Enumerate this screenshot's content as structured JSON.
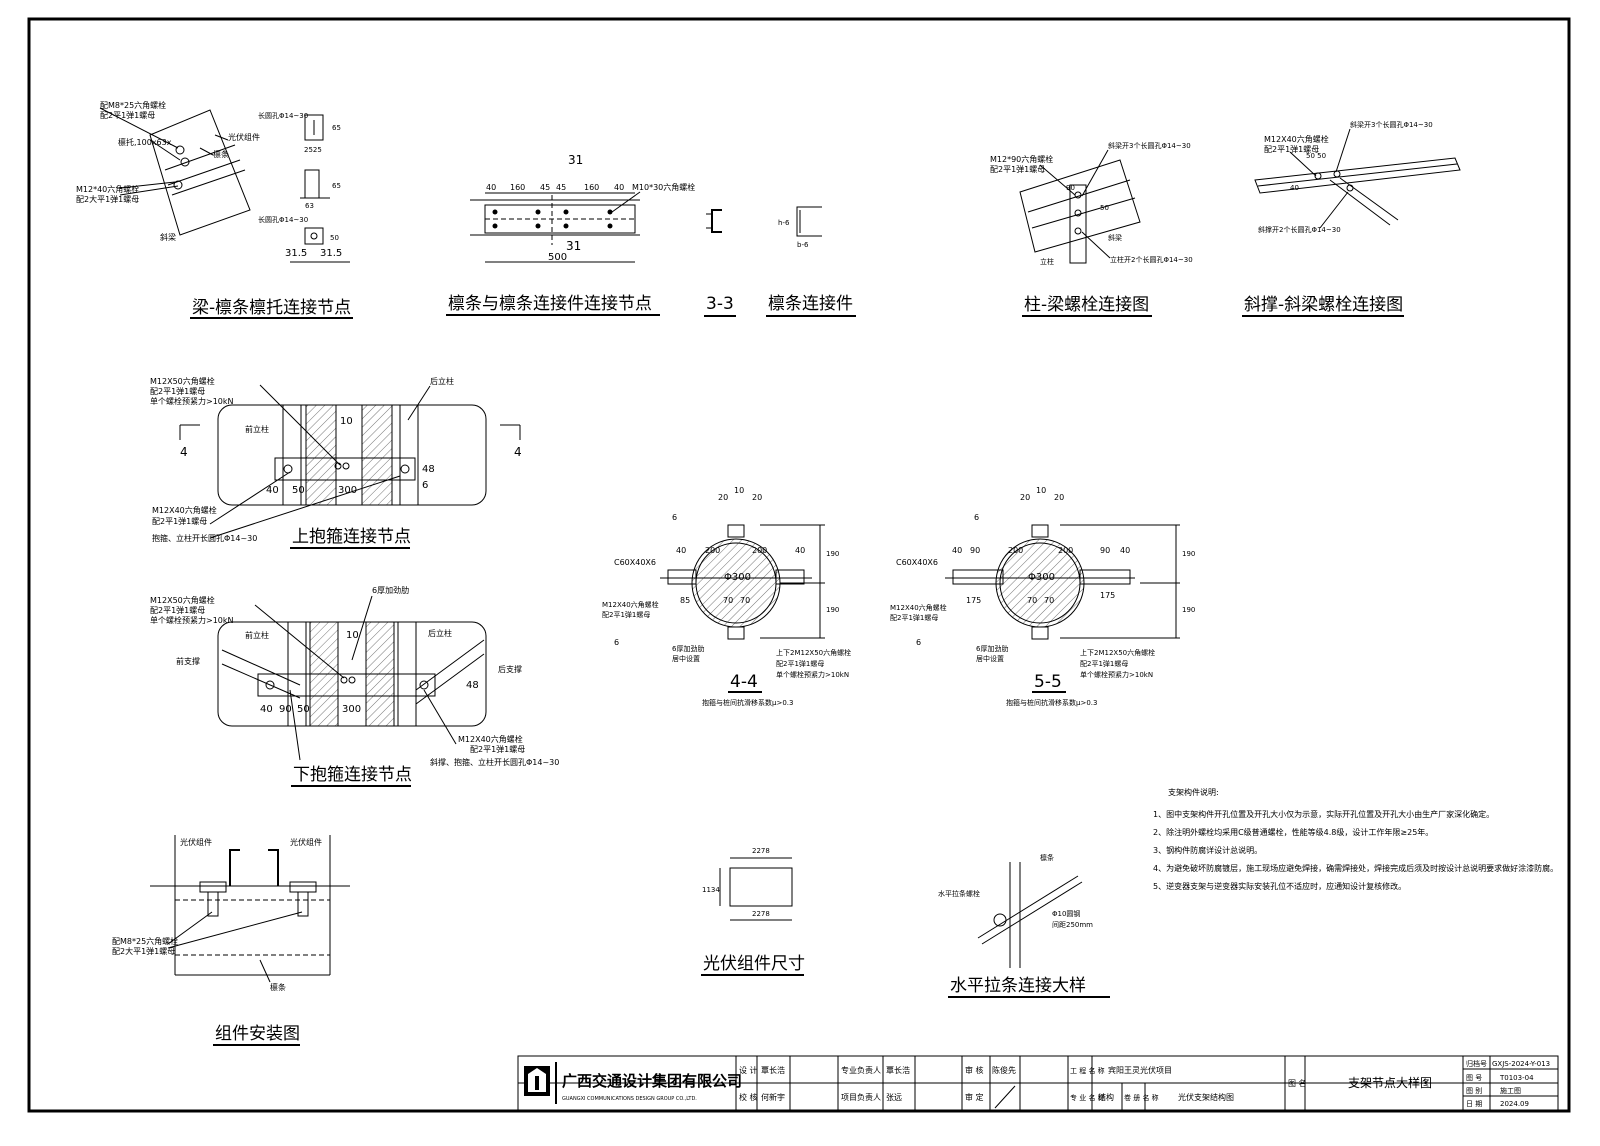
{
  "titles": {
    "beam_purlin": "梁-檩条檩托连接节点",
    "purlin_conn": "檩条与檩条连接件连接节点",
    "sec33": "3-3",
    "purlin_part": "檩条连接件",
    "col_beam": "柱-梁螺栓连接图",
    "brace_beam": "斜撑-斜梁螺栓连接图",
    "upper_hoop": "上抱箍连接节点",
    "lower_hoop": "下抱箍连接节点",
    "sec44": "4-4",
    "sec55": "5-5",
    "pv_size": "光伏组件尺寸",
    "tie_rod": "水平拉条连接大样",
    "install": "组件安装图"
  },
  "labels": {
    "bolt_m8": "配M8*25六角螺栓",
    "washer2": "配2平1弹1螺母",
    "purlin_bracket": "檩托,100x63x",
    "pv_module": "光伏组件",
    "purlin": "檩条",
    "bolt_m12_40": "M12*40六角螺栓",
    "washer_big": "配2大平1弹1螺母",
    "beam": "斜梁",
    "long_hole": "长圆孔Φ14~30",
    "dim_65": "65",
    "dim_2525": "2525",
    "dim_63": "63",
    "dim_315a": "31.5",
    "dim_315b": "31.5",
    "dim_50": "50",
    "p31": "31",
    "p40": "40",
    "p160": "160",
    "p45": "45",
    "p500": "500",
    "m10": "M10*30六角螺栓",
    "h6": "h-6",
    "b6": "b-6",
    "m12_90": "M12*90六角螺栓",
    "washer2b": "配2平1弹1螺母",
    "col": "立柱",
    "beam2": "斜梁",
    "beam_holes3": "斜梁开3个长圆孔Φ14~30",
    "col_holes2": "立柱开2个长圆孔Φ14~30",
    "d90": "90",
    "d50": "50",
    "d40": "40",
    "bm12_40": "M12X40六角螺栓",
    "brace_holes3": "斜梁开3个长圆孔Φ14~30",
    "brace_holes2": "斜撑开2个长圆孔Φ14~30",
    "d5050": "50 50",
    "m12_50": "M12X50六角螺栓",
    "washer2c": "配2平1弹1螺母",
    "single_bolt": "单个螺栓预紧力>10kN",
    "rear_col": "后立柱",
    "front_col": "前立柱",
    "m12_40b": "M12X40六角螺栓",
    "washer2d": "配2平1弹1螺母",
    "brace_col_holes": "抱箍、立柱开长圆孔Φ14~30",
    "four": "4",
    "d10": "10",
    "d300": "300",
    "d48": "48",
    "d6": "6",
    "stiff6": "6厚加劲肋",
    "front_brace": "前支撑",
    "rear_brace": "后支撑",
    "brace_col_holes2": "斜撑、抱箍、立柱开长圆孔Φ14~30",
    "c60": "C60X40X6",
    "d300c": "Φ300",
    "d20": "20",
    "d200": "200",
    "d190": "190",
    "d85": "85",
    "d70": "70",
    "d175": "175",
    "stiff_center": "居中设置",
    "bolt_pair": "上下2M12X50六角螺栓",
    "friction": "抱箍与桩间抗滑移系数μ>0.3",
    "mod_2278": "2278",
    "mod_1134": "1134",
    "tie_bar": "Φ10圆钢",
    "tie_spacing": "间距250mm",
    "tie_nut": "水平拉条螺栓",
    "tie_col": "檩条",
    "inst_pv1": "光伏组件",
    "inst_pv2": "光伏组件",
    "inst_bolt": "配M8*25六角螺栓",
    "inst_washer": "配2大平1弹1螺母",
    "inst_purlin": "檩条"
  },
  "notes": {
    "heading": "支架构件说明:",
    "items": [
      "1、图中支架构件开孔位置及开孔大小仅为示意，实际开孔位置及开孔大小由生产厂家深化确定。",
      "2、除注明外螺栓均采用C级普通螺栓，性能等级4.8级，设计工作年限≥25年。",
      "3、钢构件防腐详设计总说明。",
      "4、为避免破坏防腐镀层，施工现场应避免焊接，确需焊接处，焊接完成后须及时按设计总说明要求做好涂漆防腐。",
      "5、逆变器支架与逆变器实际安装孔位不适应时，应通知设计复核修改。"
    ]
  },
  "titleblock": {
    "company": "广西交通设计集团有限公司",
    "company_en": "GUANGXI COMMUNICATIONS DESIGN GROUP CO.,LTD.",
    "design_lbl": "设 计",
    "design_name": "覃长浩",
    "check_lbl": "校 核",
    "check_name": "何新宇",
    "prof_lead_lbl": "专业负责人",
    "prof_lead_name": "覃长浩",
    "proj_lead_lbl": "项目负责人",
    "proj_lead_name": "张远",
    "review_lbl": "审 核",
    "review_name": "陈俊先",
    "approve_lbl": "审 定",
    "approve_name": "",
    "project_lbl": "工 程 名 称",
    "project_name": "宾阳王灵光伏项目",
    "major_lbl": "专 业 名 称",
    "major_name": "结构",
    "volume_lbl": "卷 册 名 称",
    "volume_name": "光伏支架结构图",
    "drawing_lbl": "图 名",
    "drawing_name": "支架节点大样图",
    "archive_lbl": "归档号",
    "archive_no": "GXJS-2024-Y-013",
    "dwg_no_lbl": "图 号",
    "dwg_no": "T0103-04",
    "stage_lbl": "图 别",
    "stage": "施工图",
    "date_lbl": "日 期",
    "date": "2024.09"
  }
}
